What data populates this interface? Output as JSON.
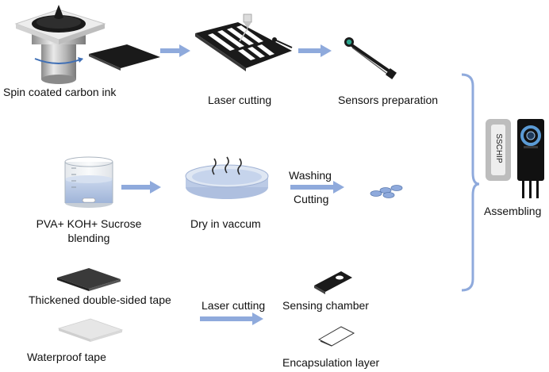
{
  "colors": {
    "arrow": "#8faadc",
    "brace": "#8faadc",
    "carbon": "#1a1a1a",
    "tape_dark": "#3a3a3a",
    "tape_light": "#e6e6e6",
    "gel": "#b7c9e6",
    "electrode_ring": "#5b9bd5",
    "electrode_dot": "#2ca58d"
  },
  "icons": {
    "spin_coater": "spin-coater-icon",
    "carbon_film": "carbon-film-icon",
    "laser_cutter": "laser-cutter-icon",
    "sensor": "sensor-icon",
    "beaker": "beaker-icon",
    "petri_dish": "petri-dish-icon",
    "gel_discs": "gel-discs-icon",
    "double_sided_tape": "double-sided-tape-icon",
    "waterproof_tape": "waterproof-tape-icon",
    "sensing_chamber": "sensing-chamber-icon",
    "encapsulation_layer": "encapsulation-layer-icon",
    "chip": "chip-icon",
    "assembled_sensor": "assembled-sensor-icon"
  },
  "labels": {
    "spin_coated": "Spin coated carbon ink",
    "laser_cutting_top": "Laser cutting",
    "sensors_preparation": "Sensors preparation",
    "pva_line1": "PVA+ KOH+ Sucrose",
    "pva_line2": "blending",
    "dry_vaccum": "Dry in vaccum",
    "washing": "Washing",
    "cutting": "Cutting",
    "assembling": "Assembling",
    "thickened_tape": "Thickened double-sided tape",
    "laser_cutting_bottom": "Laser cutting",
    "sensing_chamber": "Sensing chamber",
    "waterproof_tape": "Waterproof tape",
    "encapsulation_layer": "Encapsulation layer",
    "chip_text": "SSCHIP"
  }
}
